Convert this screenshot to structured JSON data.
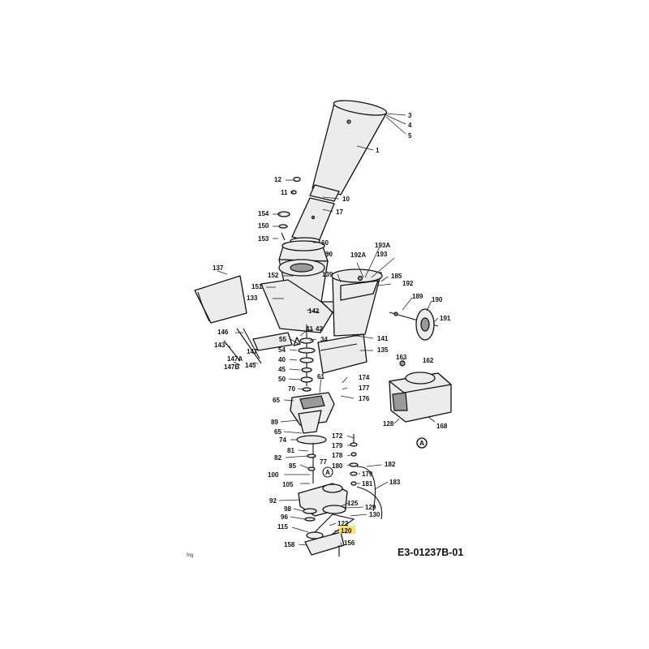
{
  "diagram": {
    "doc_id": "E3-01237B-01",
    "corner_mark": "fng",
    "highlight_color": "#ffe066",
    "highlighted_callout": "120",
    "reference_marker": "A",
    "callouts": {
      "c1": "1",
      "c3": "3",
      "c4": "4",
      "c5": "5",
      "c10": "10",
      "c11": "11",
      "c12": "12",
      "c17": "17",
      "c30": "30",
      "c34": "34",
      "c40": "40",
      "c41": "41",
      "c42": "42",
      "c45": "45",
      "c50": "50",
      "c54": "54",
      "c55": "55",
      "c60": "60",
      "c61": "61",
      "c65a": "65",
      "c65b": "65",
      "c70": "70",
      "c74": "74",
      "c77": "77",
      "c81": "81",
      "c82": "82",
      "c85": "85",
      "c89": "89",
      "c92": "92",
      "c96": "96",
      "c98": "98",
      "c100": "100",
      "c105": "105",
      "c115": "115",
      "c120": "120",
      "c122": "122",
      "c125": "125",
      "c128": "128",
      "c129": "129",
      "c130": "130",
      "c133": "133",
      "c135": "135",
      "c137": "137",
      "c139": "139",
      "c141": "141",
      "c142": "142",
      "c143": "143",
      "c145": "145",
      "c146": "146",
      "c147": "147",
      "c147a": "147A",
      "c147b": "147B",
      "c150": "150",
      "c151": "151",
      "c152": "152",
      "c153": "153",
      "c154": "154",
      "c156": "156",
      "c158": "158",
      "c162": "162",
      "c163": "163",
      "c168": "168",
      "c172": "172",
      "c174": "174",
      "c176": "176",
      "c177": "177",
      "c178": "178",
      "c179a": "179",
      "c179b": "179",
      "c180": "180",
      "c181": "181",
      "c182": "182",
      "c183": "183",
      "c185": "185",
      "c189": "189",
      "c190": "190",
      "c191": "191",
      "c192": "192",
      "c192a": "192A",
      "c193": "193",
      "c193a": "193A"
    }
  }
}
